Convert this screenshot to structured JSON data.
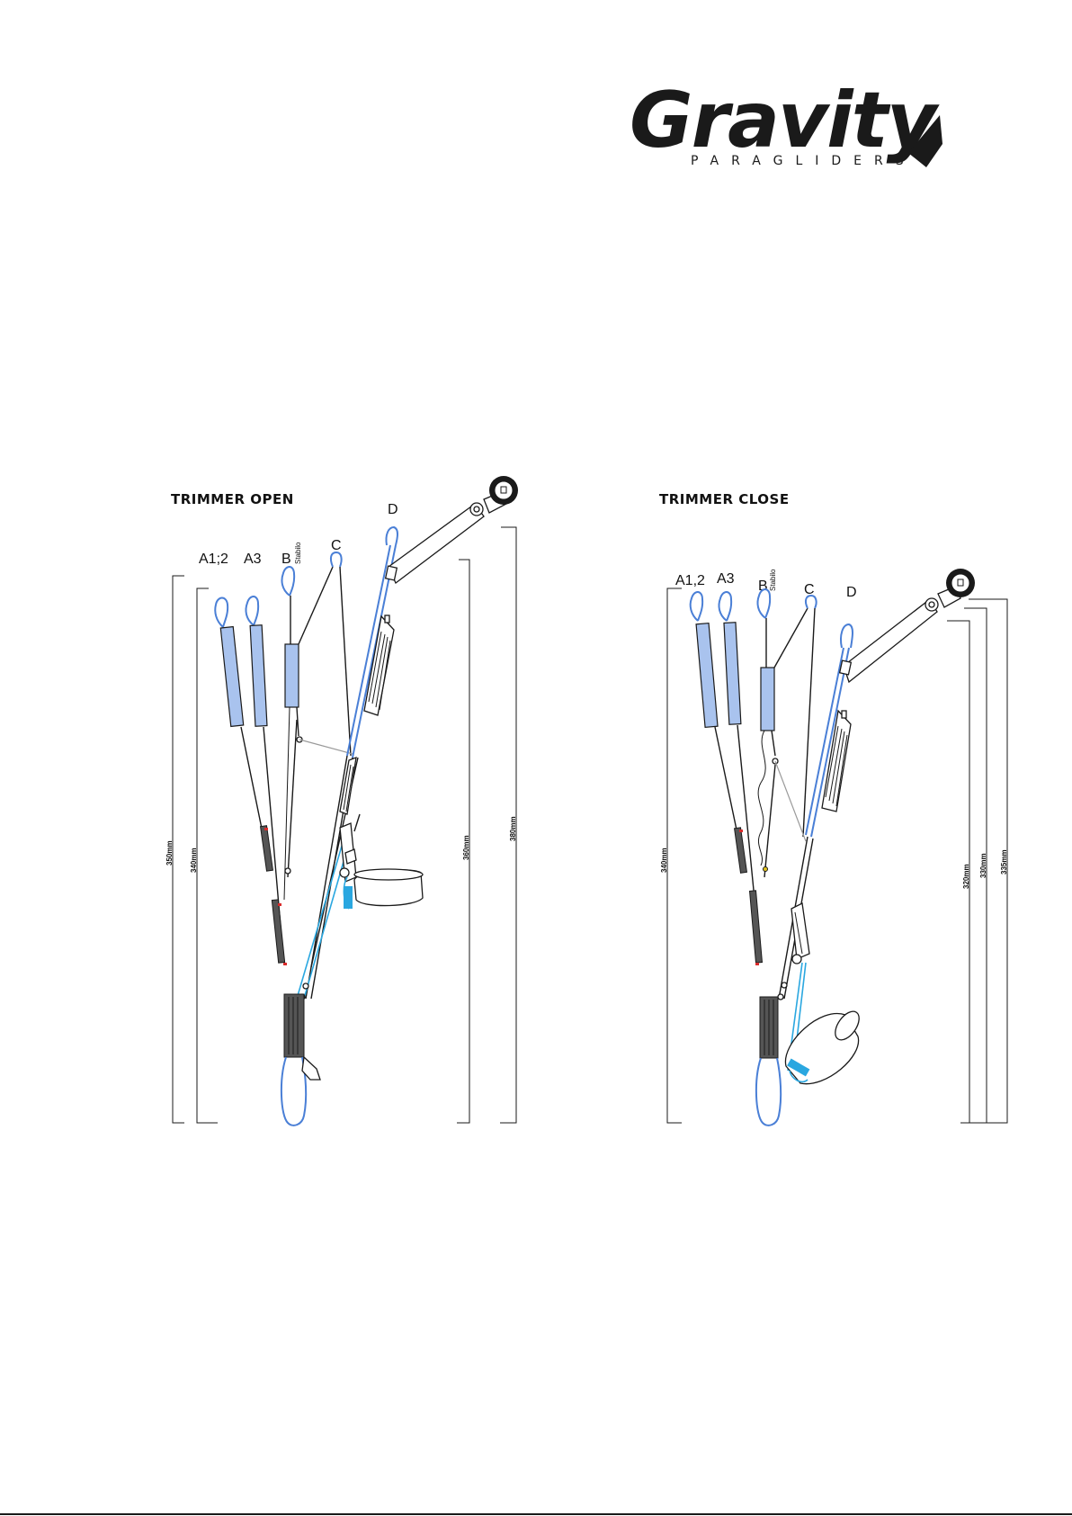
{
  "logo": {
    "name": "Gravity",
    "tagline": "PARAGLIDERS"
  },
  "diagrams": [
    {
      "title": "TRIMMER OPEN",
      "risers": {
        "a12": "A1;2",
        "a3": "A3",
        "b": "B",
        "b_sub": "Stabilo",
        "c": "C",
        "d": "D"
      },
      "dimensions": [
        "350mm",
        "340mm",
        "360mm",
        "380mm"
      ]
    },
    {
      "title": "TRIMMER CLOSE",
      "risers": {
        "a12": "A1,2",
        "a3": "A3",
        "b": "B",
        "b_sub": "Stabilo",
        "c": "C",
        "d": "D"
      },
      "dimensions": [
        "340mm",
        "320mm",
        "330mm",
        "335mm"
      ]
    }
  ],
  "colors": {
    "line": "#1a1a1a",
    "riser_blue": "#4a7fd6",
    "sleeve_blue": "#a9c3ee",
    "trimmer_line": "#2aa7e0",
    "mark_red": "#d92b2b"
  }
}
